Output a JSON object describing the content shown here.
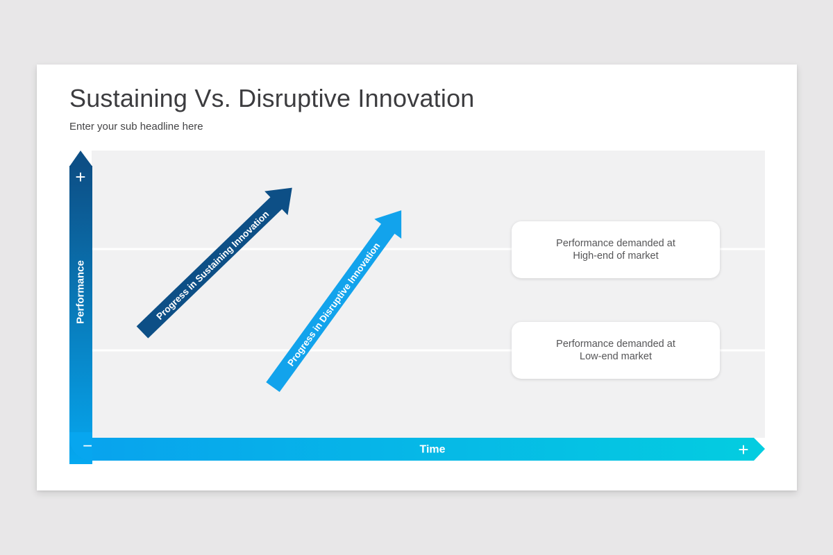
{
  "slide": {
    "title": "Sustaining Vs. Disruptive Innovation",
    "subtitle": "Enter your sub headline here"
  },
  "axes": {
    "y_label": "Performance",
    "x_label": "Time",
    "plus_symbol": "+",
    "minus_symbol": "−"
  },
  "arrows": {
    "sustaining": "Progress in Sustaining Innovation",
    "disruptive": "Progress in Disruptive Innovation"
  },
  "callouts": {
    "high_end": {
      "line1": "Performance demanded at",
      "line2": "High-end of market"
    },
    "low_end": {
      "line1": "Performance demanded at",
      "line2": "Low-end market"
    }
  },
  "colors": {
    "dark_blue": "#0d4f86",
    "mid_blue": "#0aa0e8",
    "cyan": "#04c8e0",
    "panel_gray": "#f1f1f2"
  }
}
